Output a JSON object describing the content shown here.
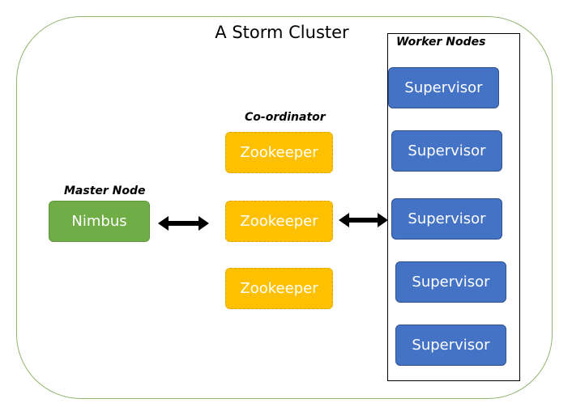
{
  "title": "A Storm Cluster",
  "labels": {
    "worker_nodes": "Worker Nodes",
    "coordinator": "Co-ordinator",
    "master_node": "Master Node"
  },
  "nimbus": "Nimbus",
  "zookeepers": [
    "Zookeeper",
    "Zookeeper",
    "Zookeeper"
  ],
  "supervisors": [
    "Supervisor",
    "Supervisor",
    "Supervisor",
    "Supervisor",
    "Supervisor"
  ],
  "colors": {
    "cluster_border": "#8fb46e",
    "nimbus": "#70ad47",
    "zookeeper": "#ffc000",
    "supervisor": "#4472c4"
  }
}
